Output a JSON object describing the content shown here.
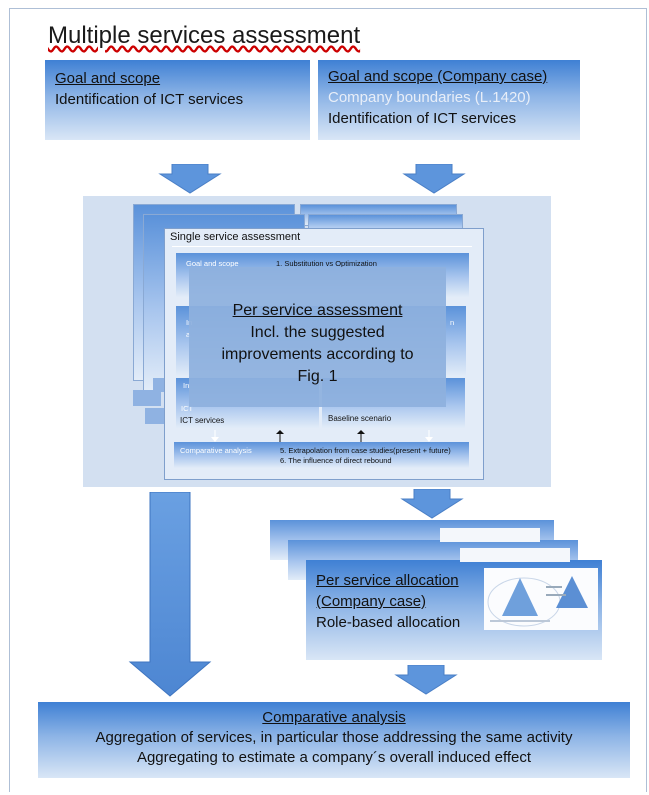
{
  "title": "Multiple services assessment",
  "left_top": {
    "heading": "Goal and scope",
    "line1": "Identification of ICT services"
  },
  "right_top": {
    "heading": "Goal and scope  (Company case)",
    "line1": "Company boundaries (L.1420)",
    "line2": "Identification of ICT services"
  },
  "single": {
    "header": "Single service assessment",
    "goal_scope": "Goal and scope",
    "substitution": "1. Substitution vs Optimization",
    "overlay_title": "Per service assessment",
    "overlay_line1": "Incl. the suggested",
    "overlay_line2": "improvements according to",
    "overlay_line3": "Fig. 1",
    "ict_services": "ICT services",
    "baseline": "Baseline scenario",
    "comparative": "Comparative analysis",
    "extrapolation": "5. Extrapolation from case studies(present + future)",
    "rebound": "6. The influence of direct rebound",
    "side_left_1": "In",
    "side_left_2": "a",
    "side_left_3": "In",
    "side_left_4": "ICT",
    "side_right": "n"
  },
  "allocation": {
    "title": "Per service allocation",
    "subtitle": "(Company case)",
    "line": "Role-based allocation"
  },
  "bottom": {
    "heading": "Comparative analysis",
    "line1": "Aggregation of services, in particular those  addressing the same activity",
    "line2": "Aggregating to estimate a company´s overall induced effect"
  },
  "colors": {
    "accent": "#3f80d4",
    "panel": "#d3e0f1",
    "light_text": "#e8eef8"
  }
}
